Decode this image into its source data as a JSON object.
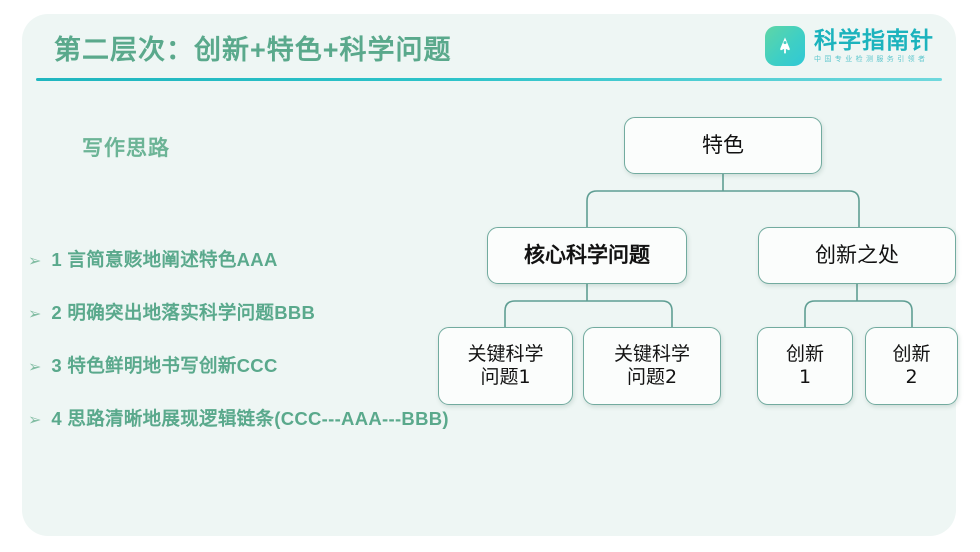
{
  "header": {
    "title": "第二层次：创新+特色+科学问题",
    "logo": {
      "name": "科学指南针",
      "subtitle": "中国专业检测服务引领者",
      "icon": "compass-app-icon"
    }
  },
  "left": {
    "section_heading": "写作思路",
    "bullet_marker": "➢",
    "bullets": [
      "1 言简意赅地阐述特色AAA",
      "2 明确突出地落实科学问题BBB",
      "3 特色鲜明地书写创新CCC",
      "4 思路清晰地展现逻辑链条(CCC---AAA---BBB)"
    ]
  },
  "diagram": {
    "root": "特色",
    "level2": [
      "核心科学问题",
      "创新之处"
    ],
    "level3": [
      "关键科学\n问题1",
      "关键科学\n问题2",
      "创新\n1",
      "创新\n2"
    ]
  },
  "colors": {
    "panel_bg": "#eef6f4",
    "title_green": "#5aa98c",
    "rule_teal": "#1fb6bf",
    "logo_teal": "#1cb3bd",
    "node_border": "#72ab9f",
    "connector": "#5f9e93"
  }
}
